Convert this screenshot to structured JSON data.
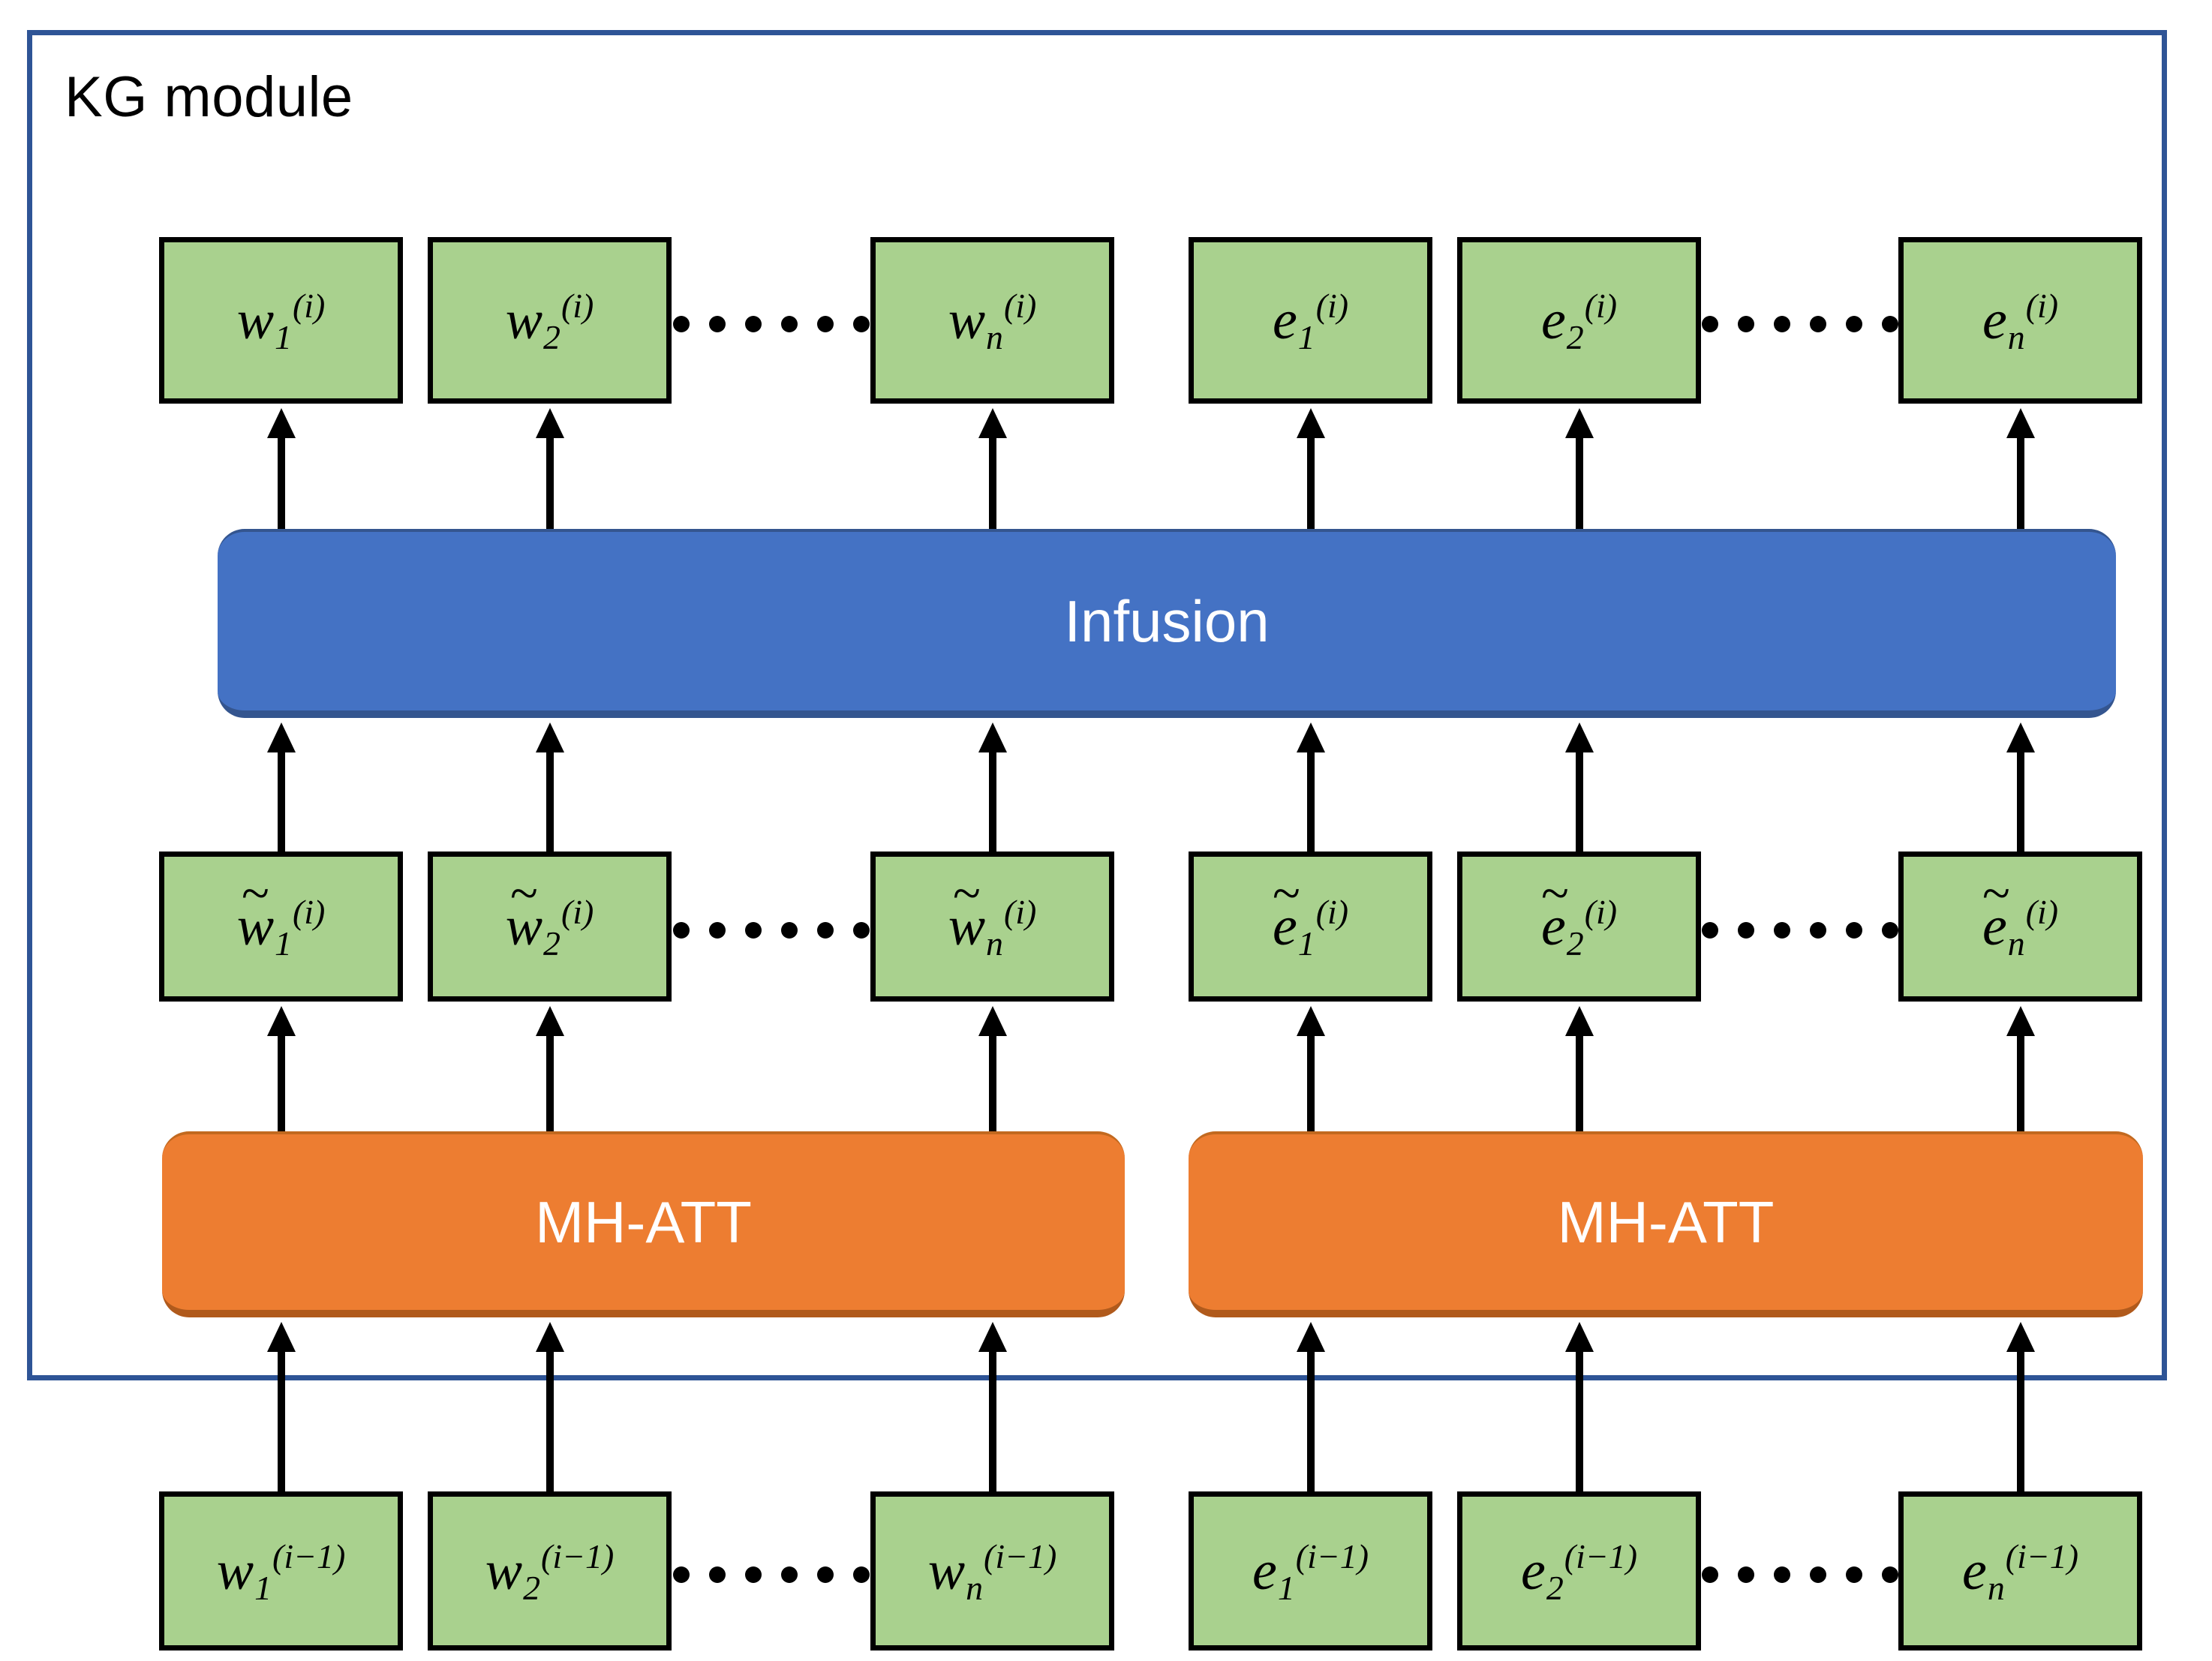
{
  "diagram": {
    "title": "KG module",
    "frame_color": "#2E5496",
    "box_fill": "#A9D18E",
    "box_border": "#000000",
    "infusion_color": "#4472C4",
    "mhatt_color": "#ED7D31",
    "ellipsis_dots": 6
  },
  "bars": {
    "infusion": "Infusion",
    "mhatt_left": "MH-ATT",
    "mhatt_right": "MH-ATT"
  },
  "rows": {
    "output": {
      "name": "output-tokens",
      "boxes": [
        {
          "base": "w",
          "tilde": false,
          "sub": "1",
          "sup": "(i)"
        },
        {
          "base": "w",
          "tilde": false,
          "sub": "2",
          "sup": "(i)"
        },
        {
          "base": "w",
          "tilde": false,
          "sub": "n",
          "sup": "(i)"
        },
        {
          "base": "e",
          "tilde": false,
          "sub": "1",
          "sup": "(i)"
        },
        {
          "base": "e",
          "tilde": false,
          "sub": "2",
          "sup": "(i)"
        },
        {
          "base": "e",
          "tilde": false,
          "sub": "n",
          "sup": "(i)"
        }
      ]
    },
    "intermediate": {
      "name": "intermediate-tokens",
      "boxes": [
        {
          "base": "w",
          "tilde": true,
          "sub": "1",
          "sup": "(i)"
        },
        {
          "base": "w",
          "tilde": true,
          "sub": "2",
          "sup": "(i)"
        },
        {
          "base": "w",
          "tilde": true,
          "sub": "n",
          "sup": "(i)"
        },
        {
          "base": "e",
          "tilde": true,
          "sub": "1",
          "sup": "(i)"
        },
        {
          "base": "e",
          "tilde": true,
          "sub": "2",
          "sup": "(i)"
        },
        {
          "base": "e",
          "tilde": true,
          "sub": "n",
          "sup": "(i)"
        }
      ]
    },
    "input": {
      "name": "input-tokens",
      "boxes": [
        {
          "base": "w",
          "tilde": false,
          "sub": "1",
          "sup": "(i-1)"
        },
        {
          "base": "w",
          "tilde": false,
          "sub": "2",
          "sup": "(i-1)"
        },
        {
          "base": "w",
          "tilde": false,
          "sub": "n",
          "sup": "(i-1)"
        },
        {
          "base": "e",
          "tilde": false,
          "sub": "1",
          "sup": "(i-1)"
        },
        {
          "base": "e",
          "tilde": false,
          "sub": "2",
          "sup": "(i-1)"
        },
        {
          "base": "e",
          "tilde": false,
          "sub": "n",
          "sup": "(i-1)"
        }
      ]
    }
  }
}
